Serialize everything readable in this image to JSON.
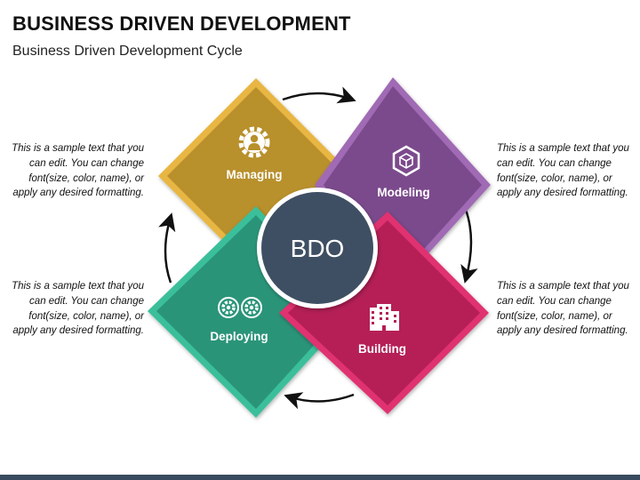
{
  "header": {
    "title": "BUSINESS DRIVEN DEVELOPMENT",
    "subtitle": "Business Driven Development Cycle"
  },
  "center": {
    "label": "BDO",
    "color": "#3f4f63"
  },
  "stages": [
    {
      "id": "managing",
      "label": "Managing",
      "icon": "gear-person-icon",
      "color": "#b8902c",
      "border": "#e8b642"
    },
    {
      "id": "modeling",
      "label": "Modeling",
      "icon": "cube-icon",
      "color": "#7b4a8c",
      "border": "#a06bb4"
    },
    {
      "id": "deploying",
      "label": "Deploying",
      "icon": "gears-icon",
      "color": "#2a9479",
      "border": "#3bbf9b"
    },
    {
      "id": "building",
      "label": "Building",
      "icon": "building-icon",
      "color": "#b51f56",
      "border": "#e0306f"
    }
  ],
  "notes": {
    "top_left": "This is a sample text that you can edit. You can change font(size, color, name), or apply any desired formatting.",
    "top_right": "This is a sample text that you can edit. You can change font(size, color, name), or apply any desired formatting.",
    "bottom_left": "This is a sample text that you can edit. You can change font(size, color, name), or apply any desired formatting.",
    "bottom_right": "This is a sample text that you can edit. You can change font(size, color, name), or apply any desired formatting."
  }
}
